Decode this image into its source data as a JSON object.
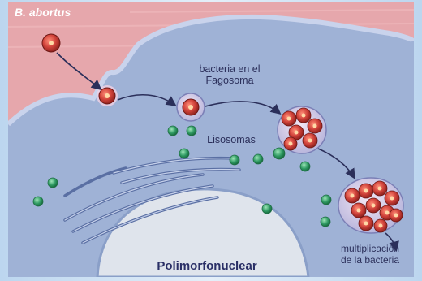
{
  "labels": {
    "species": "B. abortus",
    "phagosome": [
      "bacteria en el",
      "Fagosoma"
    ],
    "lysosomes": "Lisosomas",
    "multiplication": [
      "multiplicación",
      "de la bacteria"
    ],
    "cell_type": "Polimorfonuclear"
  },
  "colors": {
    "tissue": "#e6a7ac",
    "cytoplasm": "#9fb2d6",
    "nucleus": "#dfe4ec",
    "bacterium": "#c83a32",
    "lysosome": "#2f9a63",
    "label_text": "#2b2f5a"
  }
}
